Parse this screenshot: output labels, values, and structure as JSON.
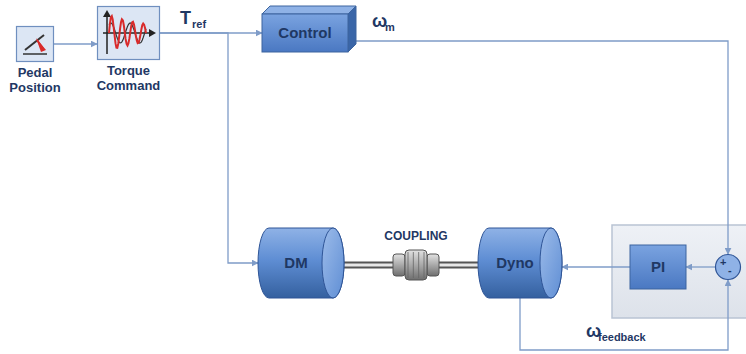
{
  "diagram": {
    "nodes": [
      {
        "text": [
          "Pedal Position"
        ]
      },
      {
        "text": [
          "Torque Command"
        ]
      },
      {
        "text": [
          "Control"
        ]
      },
      {
        "text": [
          "DM"
        ]
      },
      {
        "text": [
          "COUPLING"
        ]
      },
      {
        "text": [
          "Dyno"
        ]
      },
      {
        "text": [
          "PI"
        ]
      },
      {
        "text": [
          "+",
          "-"
        ]
      }
    ],
    "edges": [
      {
        "from": 0,
        "to": 1,
        "arrow": "to"
      },
      {
        "from": 1,
        "to": 2,
        "arrow": "to"
      },
      {
        "from": 1,
        "to": 3,
        "arrow": "to"
      },
      {
        "from": 3,
        "to": 4,
        "arrow": "none"
      },
      {
        "from": 4,
        "to": 5,
        "arrow": "none"
      },
      {
        "from": 2,
        "to": 7,
        "arrow": "to"
      },
      {
        "from": 7,
        "to": 6,
        "arrow": "to"
      },
      {
        "from": 6,
        "to": 5,
        "arrow": "to"
      },
      {
        "from": 5,
        "to": 7,
        "arrow": "to"
      }
    ],
    "labels": [
      "T",
      "ref",
      "ω",
      "m",
      "ω",
      "feedback"
    ]
  }
}
